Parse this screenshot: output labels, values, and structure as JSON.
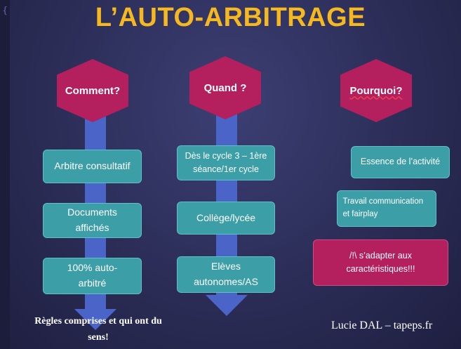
{
  "title": "L’AUTO-ARBITRAGE",
  "columns": [
    {
      "heading": "Comment?",
      "items": [
        "Arbitre consultatif",
        "Documents affichés",
        "100% auto-arbitré"
      ]
    },
    {
      "heading": "Quand ?",
      "items": [
        "Dès le cycle 3 – 1ère séance/1er cycle",
        "Collège/lycée",
        "Elèves autonomes/AS"
      ]
    },
    {
      "heading": "Pourquoi?",
      "items": [
        "Essence de l’activité",
        "Travail communication et fairplay",
        "/!\\ s’adapter aux caractéristiques!!!"
      ]
    }
  ],
  "footer_note": "Règles comprises et qui ont du sens!",
  "author": "Lucie DAL – tapeps.fr",
  "colors": {
    "title": "#f5b81f",
    "hexagon": "#b41f5e",
    "box": "#3c9fa8",
    "arrow": "#4a64c8"
  }
}
